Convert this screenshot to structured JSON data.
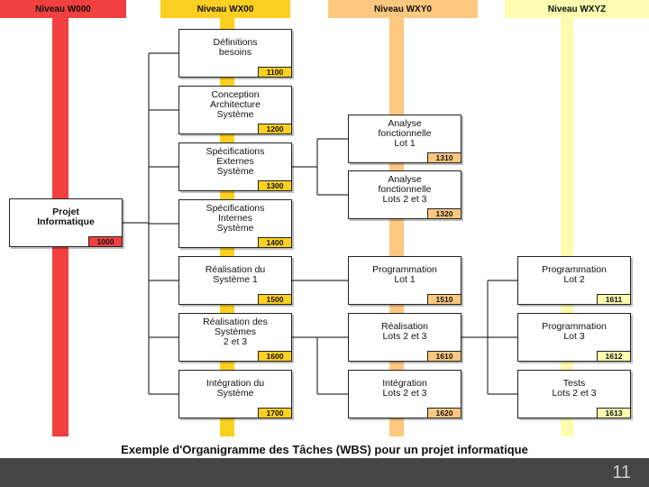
{
  "levels": [
    {
      "label": "Niveau W000",
      "band": "#f04040",
      "header": "#f04040"
    },
    {
      "label": "Niveau WX00",
      "band": "#fcd020",
      "header": "#fcd020"
    },
    {
      "label": "Niveau WXY0",
      "band": "#fcc880",
      "header": "#fcc880"
    },
    {
      "label": "Niveau WXYZ",
      "band": "#fcfcb0",
      "header": "#fcfcb0"
    }
  ],
  "boxes": [
    {
      "label": "Projet\nInformatique",
      "code": "1000",
      "level": 0
    },
    {
      "label": "Définitions\nbesoins",
      "code": "1100",
      "level": 1
    },
    {
      "label": "Conception\nArchitecture\nSystème",
      "code": "1200",
      "level": 1
    },
    {
      "label": "Spécifications\nExternes\nSystème",
      "code": "1300",
      "level": 1
    },
    {
      "label": "Spécifications\nInternes\nSystème",
      "code": "1400",
      "level": 1
    },
    {
      "label": "Réalisation du\nSystème 1",
      "code": "1500",
      "level": 1
    },
    {
      "label": "Réalisation des\nSystèmes\n2 et 3",
      "code": "1600",
      "level": 1
    },
    {
      "label": "Intégration du\nSystème",
      "code": "1700",
      "level": 1
    },
    {
      "label": "Analyse\nfonctionnelle\nLot 1",
      "code": "1310",
      "level": 2
    },
    {
      "label": "Analyse\nfonctionnelle\nLots 2 et 3",
      "code": "1320",
      "level": 2
    },
    {
      "label": "Programmation\nLot 1",
      "code": "1510",
      "level": 2
    },
    {
      "label": "Réalisation\nLots 2 et 3",
      "code": "1610",
      "level": 2
    },
    {
      "label": "Intégration\nLots 2 et 3",
      "code": "1620",
      "level": 2
    },
    {
      "label": "Programmation\nLot 2",
      "code": "1611",
      "level": 3
    },
    {
      "label": "Programmation\nLot 3",
      "code": "1612",
      "level": 3
    },
    {
      "label": "Tests\nLots 2 et 3",
      "code": "1613",
      "level": 3
    }
  ],
  "caption": "Exemple d'Organigramme des Tâches (WBS) pour un projet informatique",
  "page_number": "11",
  "colors": {
    "line": "#333333",
    "footer": "#454545"
  }
}
